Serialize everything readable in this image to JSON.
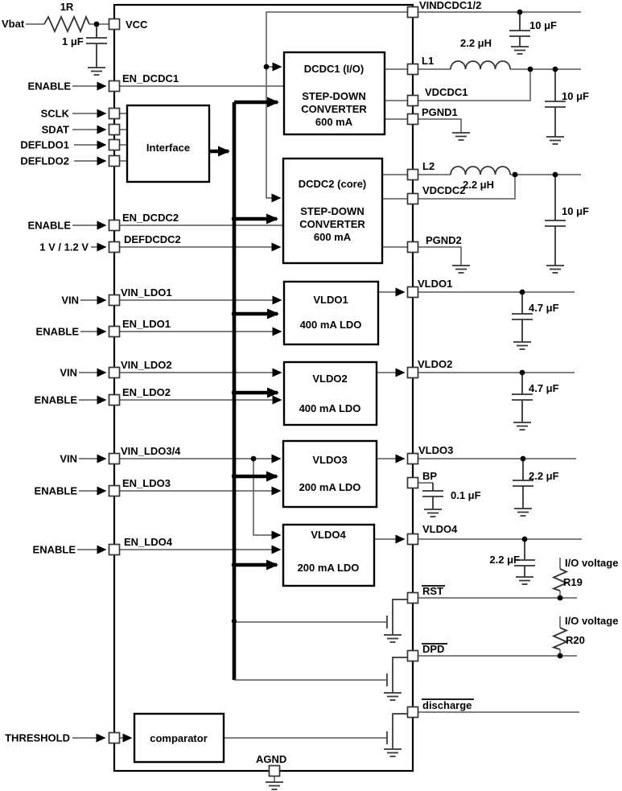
{
  "left_external": {
    "vbat": "Vbat",
    "r_series": "1R",
    "c_vcc": "1 μF",
    "enable_dcdc1": "ENABLE",
    "sclk": "SCLK",
    "sdat": "SDAT",
    "defldo1": "DEFLDO1",
    "defldo2": "DEFLDO2",
    "enable_dcdc2": "ENABLE",
    "defdcdc2_level": "1 V / 1.2 V",
    "vin_ldo1": "VIN",
    "enable_ldo1": "ENABLE",
    "vin_ldo2": "VIN",
    "enable_ldo2": "ENABLE",
    "vin_ldo34": "VIN",
    "enable_ldo3": "ENABLE",
    "enable_ldo4": "ENABLE",
    "threshold": "THRESHOLD"
  },
  "pins": {
    "vcc": "VCC",
    "en_dcdc1": "EN_DCDC1",
    "en_dcdc2": "EN_DCDC2",
    "defdcdc2": "DEFDCDC2",
    "vin_ldo1": "VIN_LDO1",
    "en_ldo1": "EN_LDO1",
    "vin_ldo2": "VIN_LDO2",
    "en_ldo2": "EN_LDO2",
    "vin_ldo34": "VIN_LDO3/4",
    "en_ldo3": "EN_LDO3",
    "en_ldo4": "EN_LDO4",
    "vindcdc12": "VINDCDC1/2",
    "l1": "L1",
    "vdcdc1": "VDCDC1",
    "pgnd1": "PGND1",
    "l2": "L2",
    "vdcdc2": "VDCDC2",
    "pgnd2": "PGND2",
    "vldo1": "VLDO1",
    "vldo2": "VLDO2",
    "vldo3": "VLDO3",
    "bp": "BP",
    "vldo4": "VLDO4",
    "rst": "RST",
    "dpd": "DPD",
    "discharge": "discharge",
    "agnd": "AGND"
  },
  "blocks": {
    "interface": "Interface",
    "dcdc1": {
      "l1": "DCDC1 (I/O)",
      "l2": "STEP-DOWN",
      "l3": "CONVERTER",
      "l4": "600 mA"
    },
    "dcdc2": {
      "l1": "DCDC2 (core)",
      "l2": "STEP-DOWN",
      "l3": "CONVERTER",
      "l4": "600 mA"
    },
    "vldo1": {
      "l1": "VLDO1",
      "l2": "400 mA LDO"
    },
    "vldo2": {
      "l1": "VLDO2",
      "l2": "400 mA LDO"
    },
    "vldo3": {
      "l1": "VLDO3",
      "l2": "200 mA LDO"
    },
    "vldo4": {
      "l1": "VLDO4",
      "l2": "200 mA LDO"
    },
    "comparator": "comparator"
  },
  "right_external": {
    "c_vindcdc": "10 μF",
    "l1_value": "2.2 μH",
    "c_vdcdc1": "10 μF",
    "l2_value": "2.2 μH",
    "c_vdcdc2": "10 μF",
    "c_vldo1": "4.7 μF",
    "c_vldo2": "4.7 μF",
    "c_vldo3": "2.2 μF",
    "c_bp": "0.1 μF",
    "c_vldo4": "2.2 μF",
    "io_voltage_1": "I/O voltage",
    "r19": "R19",
    "io_voltage_2": "I/O voltage",
    "r20": "R20"
  },
  "colors": {
    "line": "#000000",
    "background": "#ffffff"
  }
}
